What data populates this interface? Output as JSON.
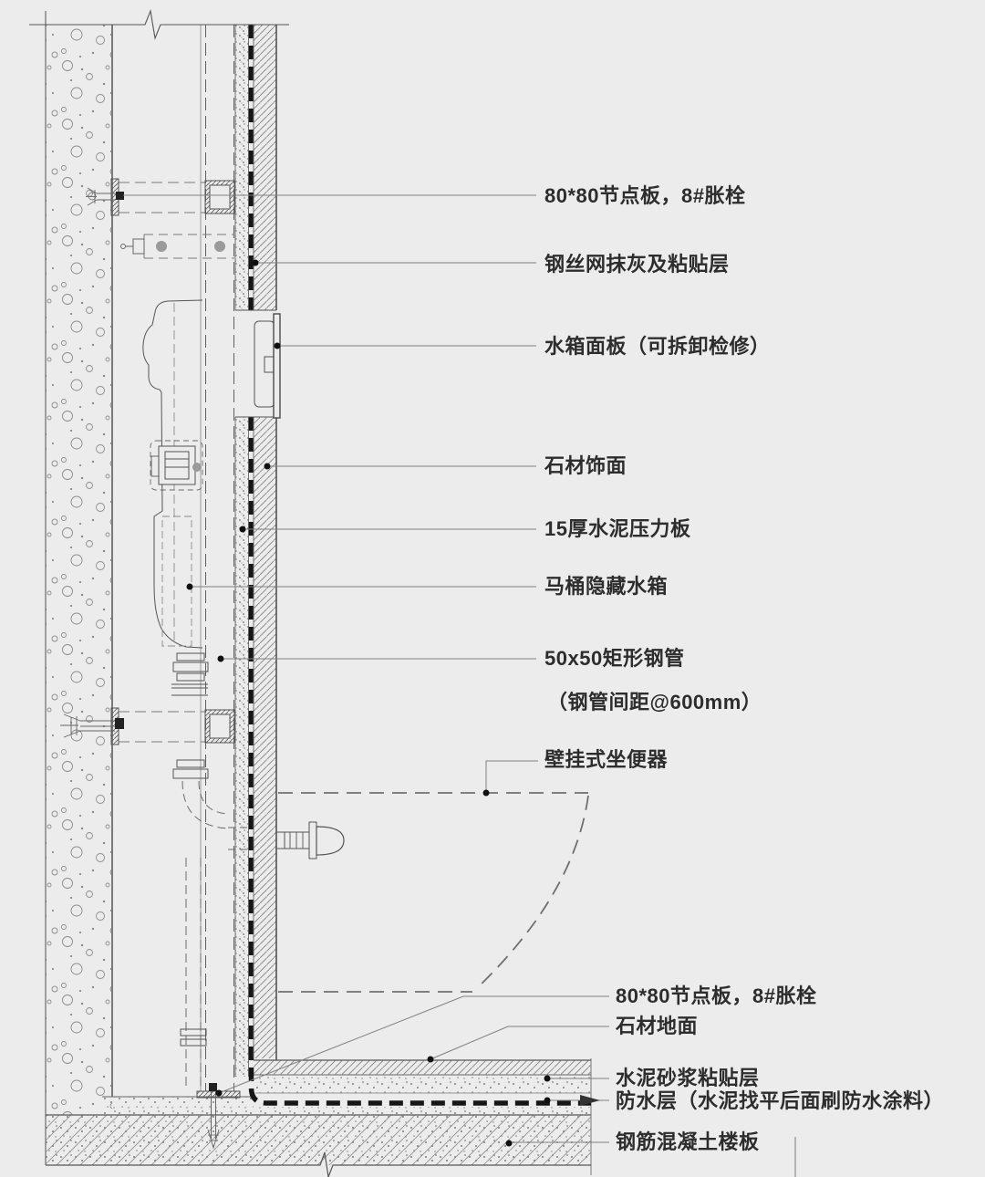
{
  "colors": {
    "background": "#ececec",
    "line_dark": "#4a4a4a",
    "line_light": "#8a8a8a",
    "waterproof_black": "#161616",
    "text": "#2d2d2d"
  },
  "labels": [
    {
      "id": "node-plate-top",
      "text": "80*80节点板，8#胀栓"
    },
    {
      "id": "wire-mesh-plaster",
      "text": "钢丝网抹灰及粘贴层"
    },
    {
      "id": "tank-access-panel",
      "text": "水箱面板（可拆卸检修）"
    },
    {
      "id": "stone-finish",
      "text": "石材饰面"
    },
    {
      "id": "cement-board",
      "text": "15厚水泥压力板"
    },
    {
      "id": "hidden-tank",
      "text": "马桶隐藏水箱"
    },
    {
      "id": "steel-tube",
      "text": "50x50矩形钢管"
    },
    {
      "id": "steel-tube-spacing",
      "text": "（钢管间距@600mm）"
    },
    {
      "id": "wall-hung-toilet",
      "text": "壁挂式坐便器"
    },
    {
      "id": "node-plate-bottom",
      "text": "80*80节点板，8#胀栓"
    },
    {
      "id": "stone-floor",
      "text": "石材地面"
    },
    {
      "id": "mortar-layer",
      "text": "水泥砂浆粘贴层"
    },
    {
      "id": "waterproof-layer",
      "text": "防水层（水泥找平后面刷防水涂料）"
    },
    {
      "id": "concrete-slab",
      "text": "钢筋混凝土楼板"
    }
  ]
}
